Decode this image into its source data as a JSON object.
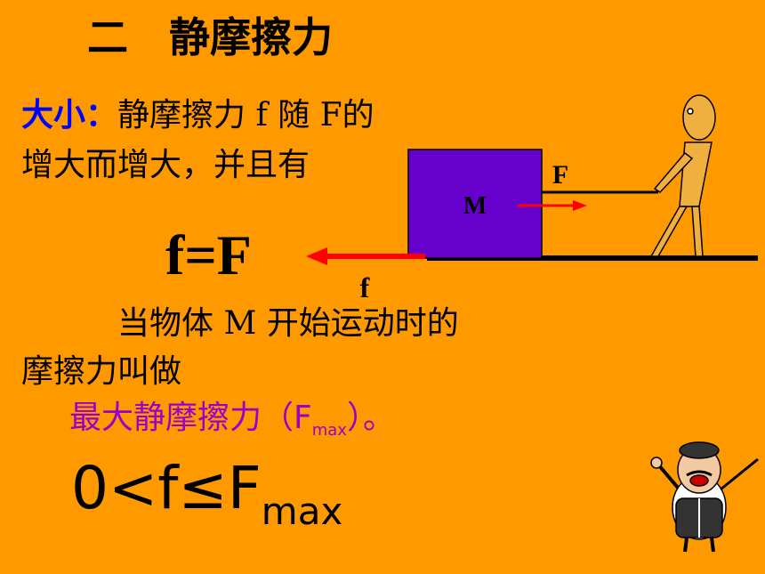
{
  "title": {
    "number": "二",
    "text": "静摩擦力"
  },
  "intro": {
    "label": "大小：",
    "text1": "静摩擦力 f 随 F的",
    "text2": "增大而增大，并且有"
  },
  "equation": "f=F",
  "diagram": {
    "block_label": "M",
    "applied_force_label": "F",
    "friction_label": "f",
    "block_color": "#6600CC",
    "arrow_color": "#FF0000"
  },
  "explanation": {
    "line1": "当物体 M 开始运动时的",
    "line2": "摩擦力叫做",
    "term_main": "最大静摩擦力（F",
    "term_sub": "max",
    "term_end": "）。"
  },
  "inequality": {
    "main": "0<f≤F",
    "sub": "max"
  },
  "colors": {
    "background": "#FF9900",
    "label": "#0000FF",
    "term": "#9900CC"
  }
}
